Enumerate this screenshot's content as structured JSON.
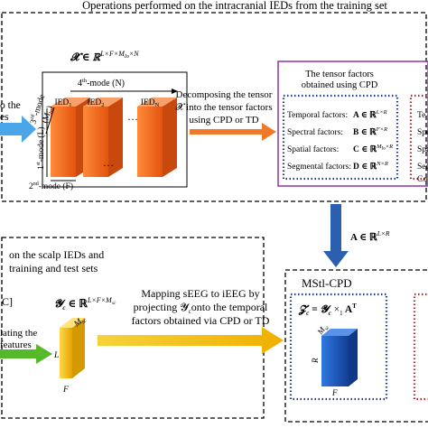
{
  "top": {
    "title": "Operations performed on the intracranial IEDs from the training set",
    "tensor_def": "𝓧 ∈ ℝ",
    "tensor_def_sup": "L×F×M",
    "tensor_def_sub": "Io",
    "tensor_def_sup2": "×N",
    "left_arrow_text": [
      "o the",
      "es"
    ],
    "mode4": "4",
    "mode4_sup": "th",
    "mode4_rest": "-mode (N)",
    "mode3": "3",
    "mode3_sup": "rd",
    "mode3_rest": "-mode",
    "mode3_paren": "(M",
    "mode3_paren_sub": "Io",
    "mode3_close": ")",
    "mode1": "1",
    "mode1_sup": "st",
    "mode1_rest": "-mode (L)",
    "mode2": "2",
    "mode2_sup": "nd",
    "mode2_rest": "-mode (F)",
    "ied_labels": [
      "IED",
      "IED",
      "IED"
    ],
    "ied_subs": [
      "1",
      "2",
      "N"
    ],
    "dots": "…",
    "dots_lower": "…",
    "decompose_text": [
      "Decomposing the tensor",
      "𝓧 into the tensor factors",
      "using CPD or TD"
    ],
    "factors_title": [
      "The tensor factors",
      "obtained using CPD"
    ],
    "factors": [
      {
        "label": "Temporal factors:",
        "value": "A ∈ ℝ",
        "sup": "L×R"
      },
      {
        "label": "Spectral factors:",
        "value": "B ∈ ℝ",
        "sup": "F×R"
      },
      {
        "label": "Spatial factors:",
        "value": "C ∈ ℝ",
        "sup": "M",
        "sup_sub": "Io",
        "sup_rest": "×R"
      },
      {
        "label": "Segmental factors:",
        "value": "D ∈ ℝ",
        "sup": "N×R"
      }
    ],
    "right_clipped": [
      "Te",
      "Spe",
      "Spa",
      "Seg",
      "Co"
    ]
  },
  "down_arrow_label": "A ∈ ℝ",
  "down_arrow_sup": "L×R",
  "bottom": {
    "left_title": [
      "on the scalp IEDs and",
      "training and test sets"
    ],
    "left_bracket": "C]",
    "left_arrow_text": [
      "lating the",
      "features"
    ],
    "yc_def": "𝓨",
    "yc_sub": "c",
    "yc_def_rest": " ∈ ℝ",
    "yc_sup": "L×F×M",
    "yc_sup_sub": "sc",
    "cube_m": "M",
    "cube_m_sub": "sc",
    "cube_l": "L",
    "cube_f": "F",
    "mapping_text": [
      "Mapping sEEG to iEEG by",
      "projecting 𝓨",
      "onto the temporal",
      "factors obtained via CPD or TD"
    ],
    "mapping_sub": "c",
    "mstl_title": "MStl-CPD",
    "zc_formula": "𝓩",
    "zc_sub": "c",
    "zc_eq": " = 𝓨",
    "zc_eq_sub": "c",
    "zc_times": " ×",
    "zc_times_sub": "1",
    "zc_A": " A",
    "zc_T": "T",
    "cube2_m": "M",
    "cube2_m_sub": "sc",
    "cube2_r": "R",
    "cube2_f": "F"
  },
  "colors": {
    "orange_front": "#f06a1e",
    "orange_side": "#c8480d",
    "orange_top": "#f7a06a",
    "arrow_orange": "#f07a2a",
    "blue_arrow": "#2d5fb0",
    "sky_arrow": "#4aa6e8",
    "yellow_arrow": "#f4c20d",
    "green_arrow": "#55b92a",
    "purple": "#9b3fb0",
    "navy_dots": "#1f3c8c",
    "red_dots": "#c0202a",
    "blue_cube": "#1f5fc0",
    "yellow_cube": "#f3b81c"
  }
}
